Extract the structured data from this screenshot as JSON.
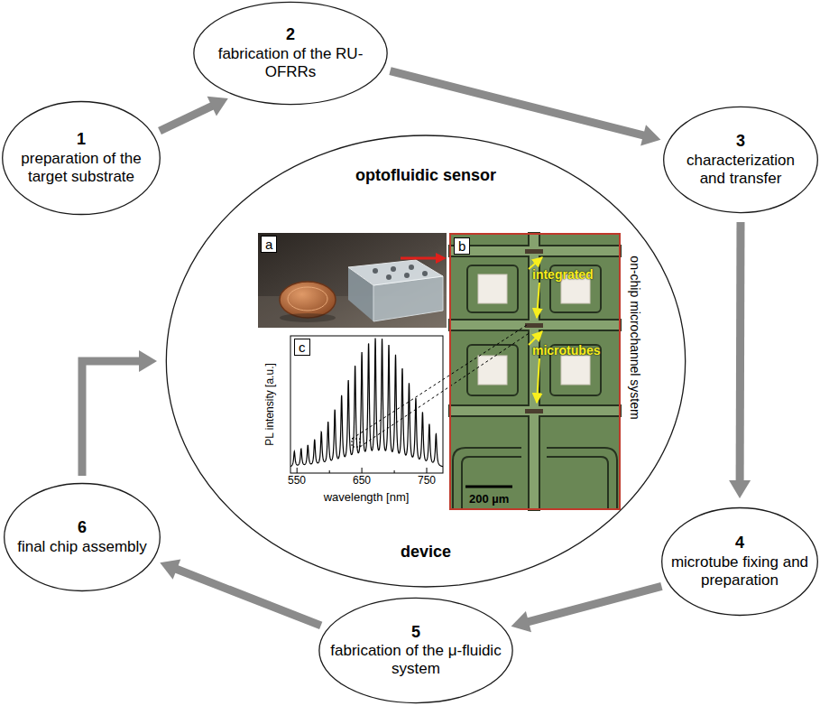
{
  "diagram": {
    "nodes": [
      {
        "text": [
          "1",
          "preparation of the target substrate"
        ]
      },
      {
        "text": [
          "2",
          "fabrication of the RU-OFRRs"
        ]
      },
      {
        "text": [
          "3",
          "characterization and transfer"
        ]
      },
      {
        "text": [
          "4",
          "microtube fixing and preparation"
        ]
      },
      {
        "text": [
          "5",
          "fabrication of the μ-fluidic system"
        ]
      },
      {
        "text": [
          "6",
          "final chip assembly"
        ]
      },
      {
        "text": [
          "optofluidic sensor",
          "device"
        ]
      },
      {
        "text": [
          "a"
        ],
        "in": 6
      },
      {
        "text": [
          "b",
          "integrated",
          "microtubes",
          "on-chip microchannel system",
          "200 µm"
        ],
        "in": 6
      },
      {
        "text": [
          "c",
          "PL intensity [a.u.]",
          "wavelength [nm]",
          "550",
          "650",
          "750"
        ],
        "in": 6
      }
    ],
    "edges": [
      {
        "from": 0,
        "to": 1,
        "arrow": "to"
      },
      {
        "from": 1,
        "to": 2,
        "arrow": "to"
      },
      {
        "from": 2,
        "to": 3,
        "arrow": "to"
      },
      {
        "from": 3,
        "to": 4,
        "arrow": "to"
      },
      {
        "from": 4,
        "to": 5,
        "arrow": "to"
      },
      {
        "from": 5,
        "to": 6,
        "arrow": "to"
      }
    ]
  }
}
